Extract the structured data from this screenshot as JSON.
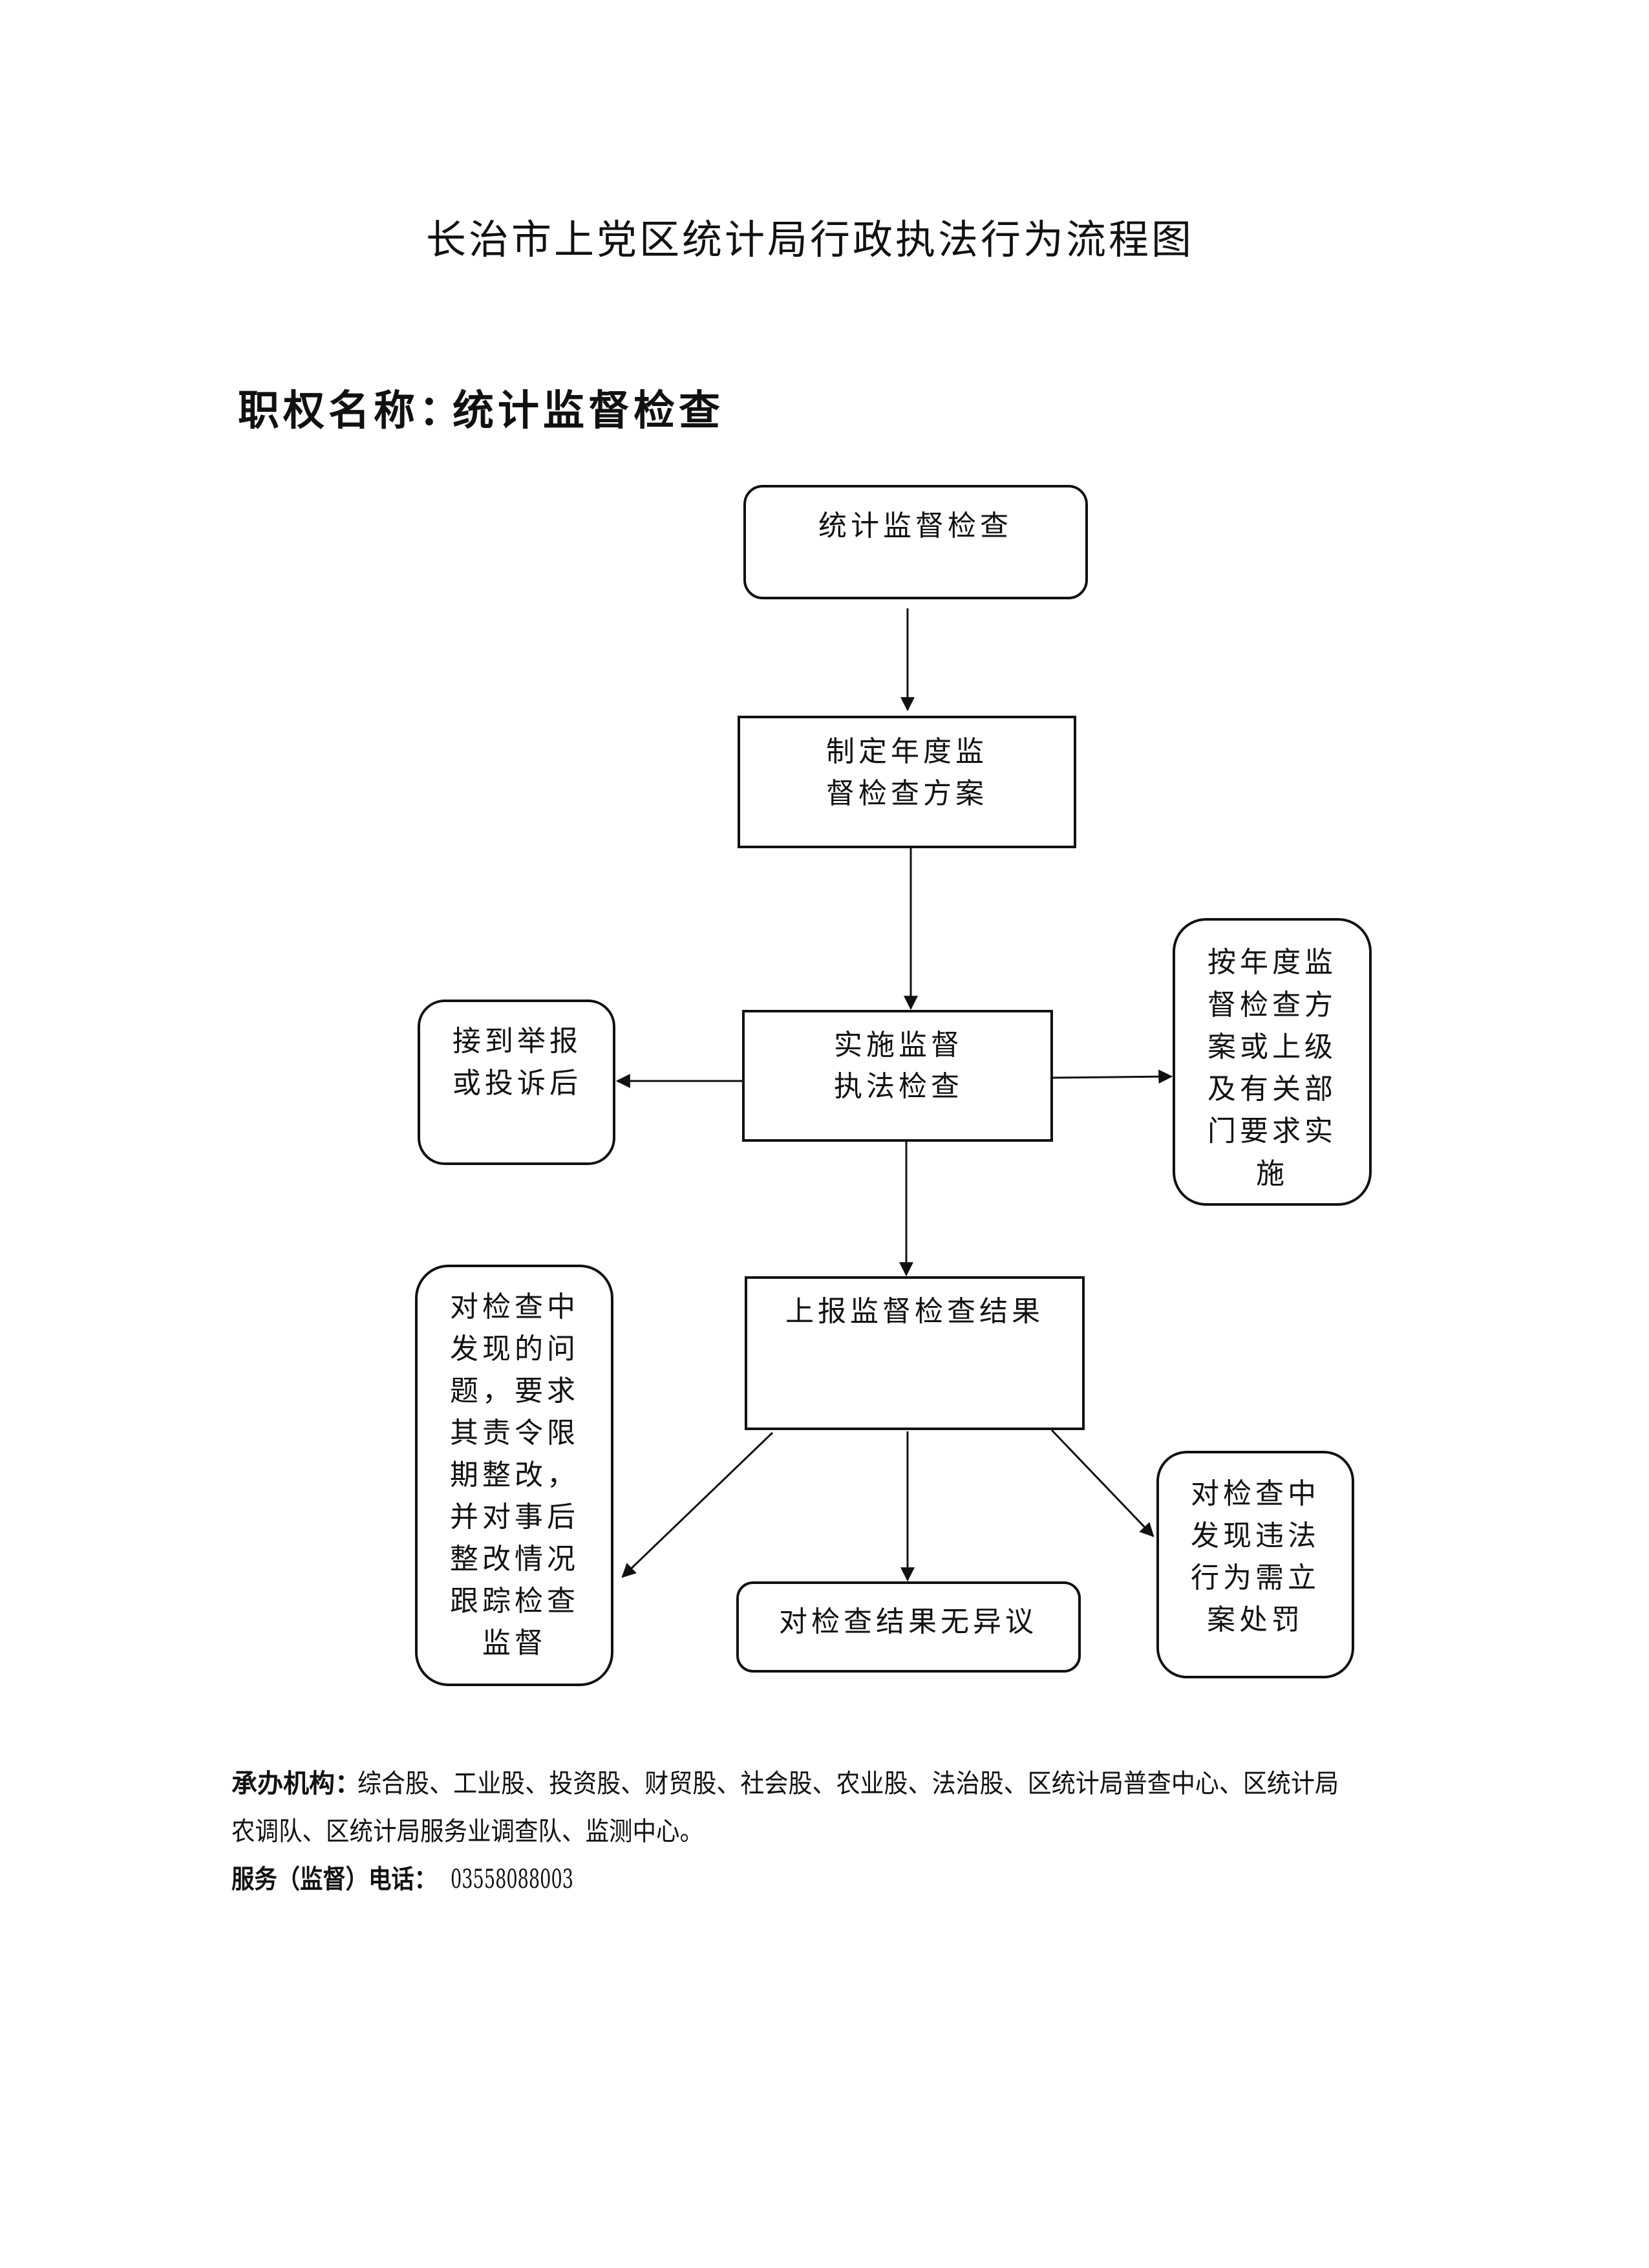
{
  "title": "长治市上党区统计局行政执法行为流程图",
  "power_name": {
    "label": "职权名称：",
    "value": "统计监督检查"
  },
  "nodes": {
    "start": [
      "统计监督检查"
    ],
    "plan": [
      "制定年度监",
      "督检查方案"
    ],
    "implement": [
      "实施监督",
      "执法检查"
    ],
    "complaint": [
      "接到举报",
      "或投诉后"
    ],
    "per_plan": [
      "按年度监",
      "督检查方",
      "案或上级",
      "及有关部",
      "门要求实",
      "施"
    ],
    "report": [
      "上报监督检查结果"
    ],
    "rectify": [
      "对检查中",
      "发现的问",
      "题，要求",
      "其责令限",
      "期整改，",
      "并对事后",
      "整改情况",
      "跟踪检查",
      "监督"
    ],
    "no_objection": [
      "对检查结果无异议"
    ],
    "illegal": [
      "对检查中",
      "发现违法",
      "行为需立",
      "案处罚"
    ]
  },
  "footer": {
    "org_label": "承办机构：",
    "org_line1": "综合股、工业股、投资股、财贸股、社会股、农业股、法治股、区统计局普查中心、区统计局",
    "org_line2": "农调队、区统计局服务业调查队、监测中心。",
    "phone_label": "服务（监督）电话：",
    "phone": "03558088003"
  }
}
